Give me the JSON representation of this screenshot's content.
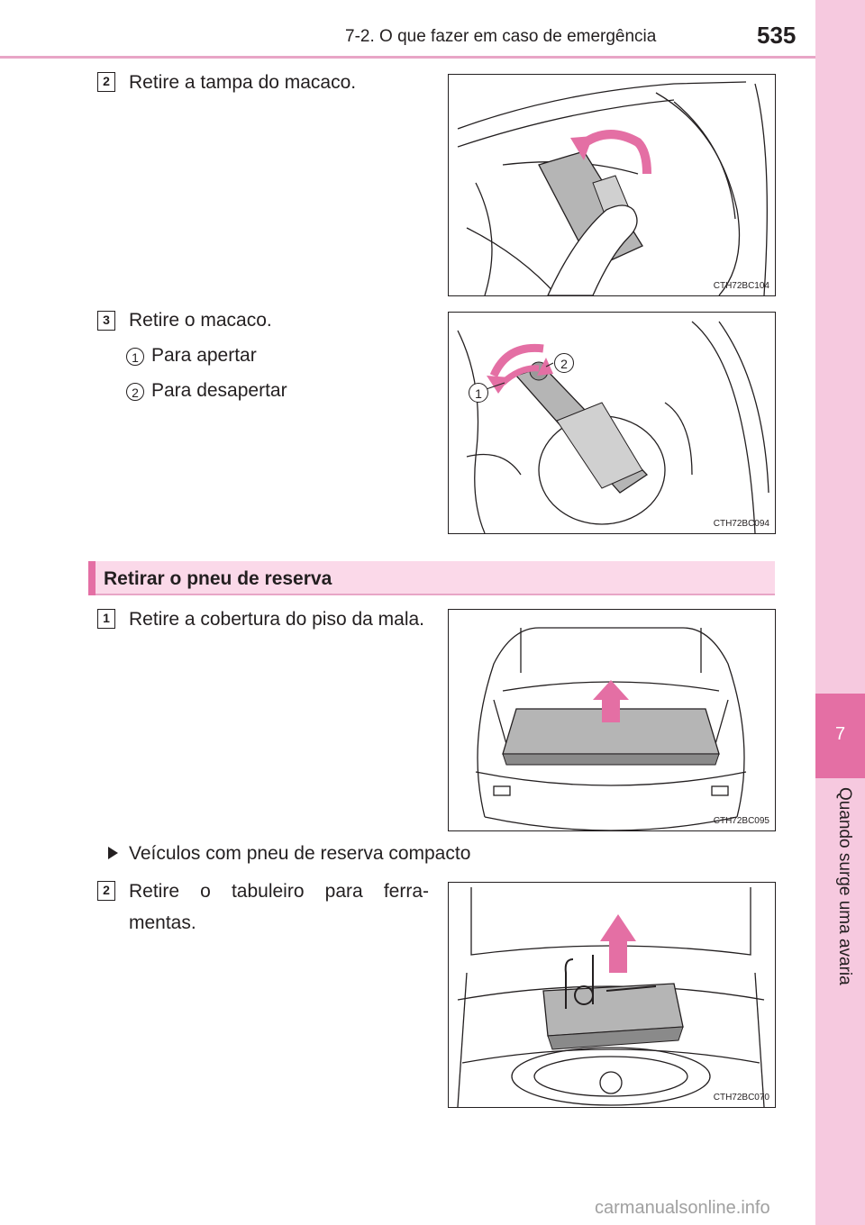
{
  "header": {
    "section_title": "7-2. O que fazer em caso de emergência",
    "page_number": "535"
  },
  "side_tab": {
    "chapter_number": "7",
    "chapter_title": "Quando surge uma avaria"
  },
  "steps_top": [
    {
      "badge": "2",
      "text": "Retire a tampa do macaco.",
      "figure_code": "CTH72BC104"
    },
    {
      "badge": "3",
      "text": "Retire o macaco.",
      "figure_code": "CTH72BC094",
      "subitems": [
        {
          "num": "1",
          "text": "Para apertar"
        },
        {
          "num": "2",
          "text": "Para desapertar"
        }
      ],
      "callouts": [
        "1",
        "2"
      ]
    }
  ],
  "section": {
    "title": "Retirar o pneu de reserva"
  },
  "steps_bottom": [
    {
      "badge": "1",
      "text": "Retire a cobertura do piso da mala.",
      "figure_code": "CTH72BC095"
    },
    {
      "badge": "2",
      "text": "Retire o tabuleiro para ferra-mentas.",
      "figure_code": "CTH72BC070"
    }
  ],
  "bullet": {
    "text": "Veículos com pneu de reserva compacto",
    "icon": "triangle-bullet-icon"
  },
  "watermark": "carmanualsonline.info",
  "colors": {
    "accent_pink": "#e46fa4",
    "light_pink": "#f6c9df",
    "heading_bg": "#fbd9e9"
  }
}
